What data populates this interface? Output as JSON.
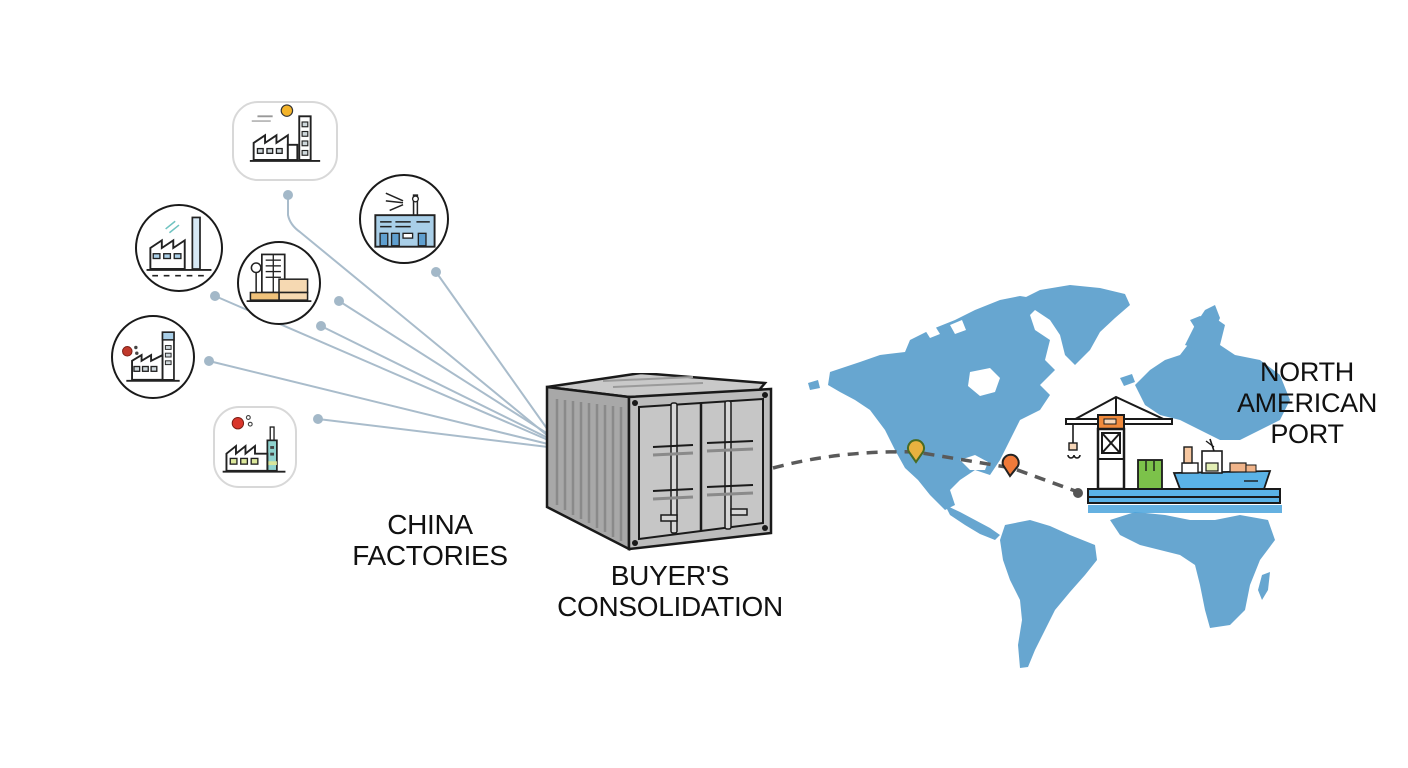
{
  "diagram": {
    "title": "Supply chain consolidation flow",
    "colors": {
      "connector": "#a9bccb",
      "connector_dot": "#a3b8c8",
      "map_land": "#67a6d0",
      "route_dash": "#5a5a5a",
      "pin_origin": "#e8b13f",
      "pin_origin_stroke": "#4a6b22",
      "pin_mid": "#ef7a3a",
      "container_body": "#b9b9b9",
      "crane_cab": "#f08a3c",
      "cargo_green": "#7cc24a",
      "ship_hull": "#5ab2e6"
    },
    "labels": {
      "factories": [
        "CHINA",
        "FACTORIES"
      ],
      "consolidation": [
        "BUYER'S",
        "CONSOLIDATION"
      ],
      "port": [
        "NORTH",
        "AMERICAN",
        "PORT"
      ]
    },
    "factories": [
      {
        "id": "factory-sun",
        "icon": "factory-with-sun-icon",
        "frame": "rounded"
      },
      {
        "id": "factory-tower",
        "icon": "office-building-with-antenna-icon",
        "frame": "circle"
      },
      {
        "id": "factory-chimney",
        "icon": "factory-with-chimney-icon",
        "frame": "circle"
      },
      {
        "id": "factory-campus",
        "icon": "industrial-campus-icon",
        "frame": "circle"
      },
      {
        "id": "factory-smog",
        "icon": "polluting-factory-icon",
        "frame": "circle"
      },
      {
        "id": "factory-red-smoke",
        "icon": "factory-with-red-smoke-icon",
        "frame": "rounded"
      }
    ],
    "route_stops": [
      {
        "name": "origin-pin",
        "icon": "map-pin-icon"
      },
      {
        "name": "transit-pin",
        "icon": "map-pin-icon"
      },
      {
        "name": "destination-dot",
        "icon": "route-end-dot-icon"
      }
    ]
  }
}
